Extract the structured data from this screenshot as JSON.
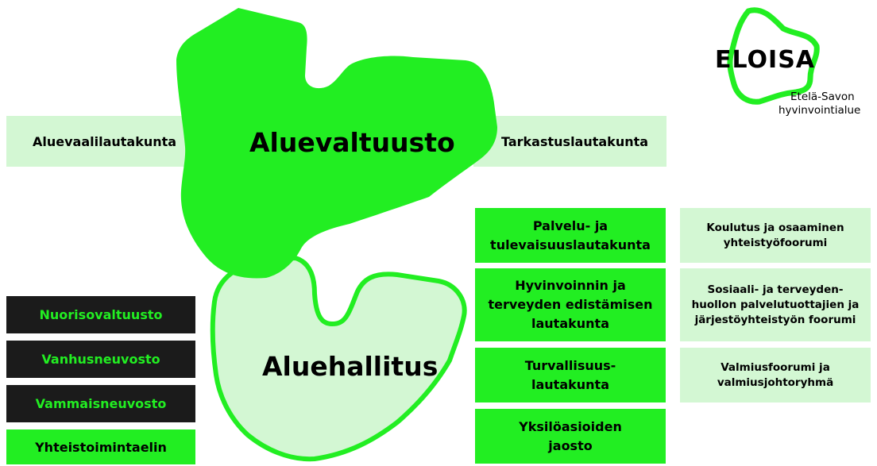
{
  "colors": {
    "accent_green": "#22ee22",
    "light_green": "#d3f7d3",
    "dark": "#1b1b1b"
  },
  "logo": {
    "name": "ELOISA",
    "subtitle_line1": "Etelä-Savon",
    "subtitle_line2": "hyvinvointialue"
  },
  "council": {
    "title": "Aluevaltuusto",
    "left_committee": "Aluevaalilautakunta",
    "right_committee": "Tarkastuslautakunta"
  },
  "board": {
    "title": "Aluehallitus"
  },
  "advisory": [
    "Nuorisovaltuusto",
    "Vanhusneuvosto",
    "Vammaisneuvosto"
  ],
  "cooperation": "Yhteistoimintaelin",
  "committees": [
    [
      "Palvelu- ja",
      "tulevaisuuslautakunta"
    ],
    [
      "Hyvinvoinnin ja",
      "terveyden edistämisen",
      "lautakunta"
    ],
    [
      "Turvallisuus-",
      "lautakunta"
    ],
    [
      "Yksilöasioiden",
      "jaosto"
    ]
  ],
  "forums": [
    [
      "Koulutus ja osaaminen",
      "yhteistyöfoorumi"
    ],
    [
      "Sosiaali- ja terveyden-",
      "huollon palvelutuottajien ja",
      "järjestöyhteistyön foorumi"
    ],
    [
      "Valmiusfoorumi ja",
      "valmiusjohtoryhmä"
    ]
  ]
}
